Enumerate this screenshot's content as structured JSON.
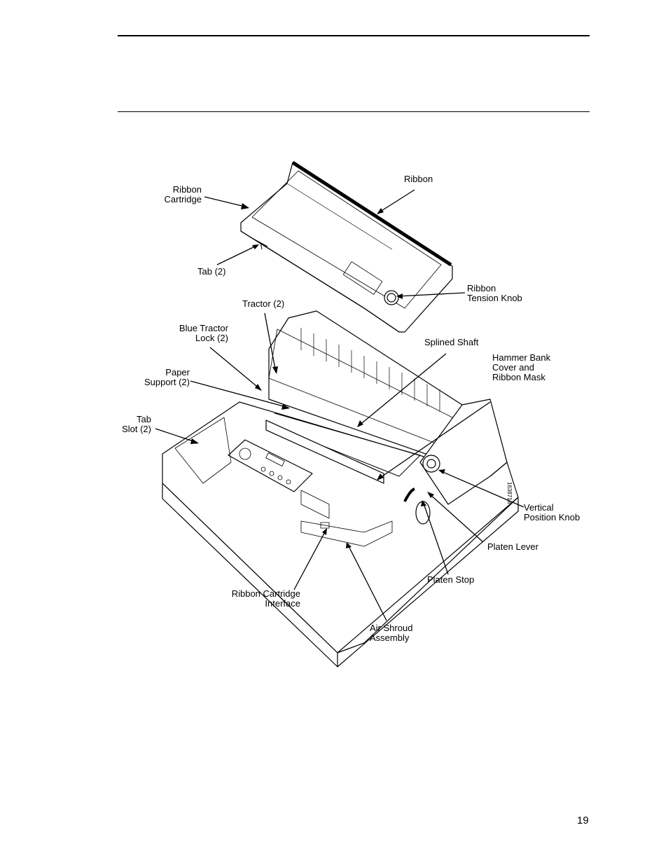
{
  "page": {
    "number": "19"
  },
  "figure": {
    "id_code": "163871a",
    "labels": {
      "ribbon_cartridge": [
        "Ribbon",
        "Cartridge"
      ],
      "ribbon": [
        "Ribbon"
      ],
      "tab": [
        "Tab (2)"
      ],
      "ribbon_tension_knob": [
        "Ribbon",
        "Tension Knob"
      ],
      "tractor": [
        "Tractor (2)"
      ],
      "blue_tractor_lock": [
        "Blue Tractor",
        "Lock (2)"
      ],
      "splined_shaft": [
        "Splined Shaft"
      ],
      "hammer_bank": [
        "Hammer Bank",
        "Cover and",
        "Ribbon Mask"
      ],
      "paper_support": [
        "Paper",
        "Support (2)"
      ],
      "tab_slot": [
        "Tab",
        "Slot (2)"
      ],
      "vertical_position_knob": [
        "Vertical",
        "Position Knob"
      ],
      "platen_lever": [
        "Platen Lever"
      ],
      "platen_stop": [
        "Platen Stop"
      ],
      "ribbon_cartridge_interface": [
        "Ribbon Cartridge",
        "Interface"
      ],
      "air_shroud_assembly": [
        "Air Shroud",
        "Assembly"
      ]
    }
  }
}
